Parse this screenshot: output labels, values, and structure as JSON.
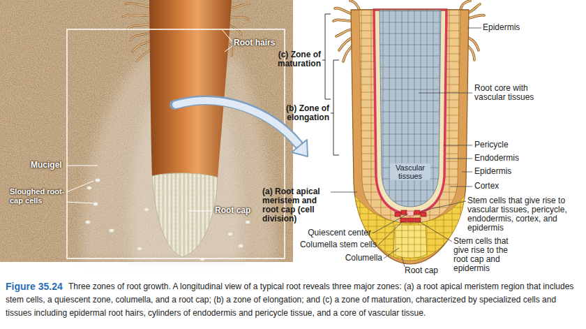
{
  "diagram": {
    "caption": "Three zones of root growth. A longitudinal view of a typical root reveals three major zones: (a) a root apical meristem region that includes stem cells, a quiescent zone, columella, and a root cap; (b) a zone of elongation; and (c) a zone of maturation, characterized by specialized cells and tissues including epidermal root hairs, cylinders of endodermis and pericycle tissue, and a core of vascular tissue.",
    "labels": [
      "Root hairs",
      "Mucigel",
      "Sloughed root-cap cells",
      "Root cap",
      "(c) Zone of maturation",
      "(b) Zone of elongation",
      "(a) Root apical meristem and root cap (cell division)",
      "Epidermis",
      "Root core with vascular tissues",
      "Pericycle",
      "Endodermis",
      "Epidermis",
      "Cortex",
      "Vascular tissues",
      "Stem cells that give rise to vascular tissues, pericycle, endodermis, cortex, and epidermis",
      "Quiescent center",
      "Columella stem cells",
      "Columella",
      "Stem cells that give rise to the root cap and epidermis",
      "Root cap",
      "Figure 35.24"
    ]
  }
}
